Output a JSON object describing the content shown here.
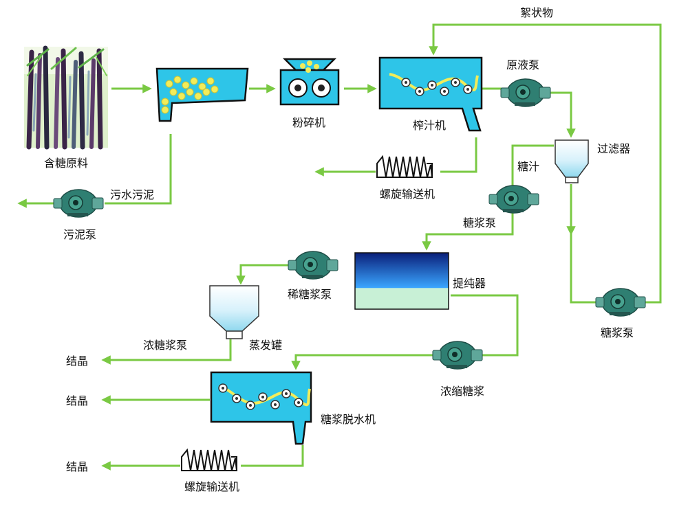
{
  "labels": {
    "raw_material": "含糖原料",
    "crusher": "粉碎机",
    "juicer": "榨汁机",
    "raw_pump": "原液泵",
    "flocculent": "絮状物",
    "filter": "过滤器",
    "sugar_juice": "糖汁",
    "screw_conveyor_top": "螺旋输送机",
    "wastewater": "污水污泥",
    "sludge_pump": "污泥泵",
    "syrup_pump_mid": "糖浆泵",
    "syrup_pump_right": "糖浆泵",
    "purifier": "提纯器",
    "dilute_pump": "稀糖浆泵",
    "evaporator": "蒸发罐",
    "thick_pump": "浓糖浆泵",
    "concentrated": "浓缩糖浆",
    "dewatering": "糖浆脱水机",
    "crystal_1": "结晶",
    "crystal_2": "结晶",
    "crystal_3": "结晶",
    "screw_conveyor_bottom": "螺旋输送机"
  },
  "colors": {
    "flow": "#7ac943",
    "machine_fill": "#2ec5e8",
    "pump_body": "#3a8a7a",
    "particles": "#f2ec5a",
    "purifier_top": "#0a1f7a",
    "purifier_bottom": "#c8f0d6"
  },
  "icons": {
    "pump": "rotary-lobe-pump-icon",
    "sugarcane": "sugarcane-photo-icon",
    "conveyor": "screw-conveyor-icon",
    "hopper": "hopper-tank-icon"
  }
}
